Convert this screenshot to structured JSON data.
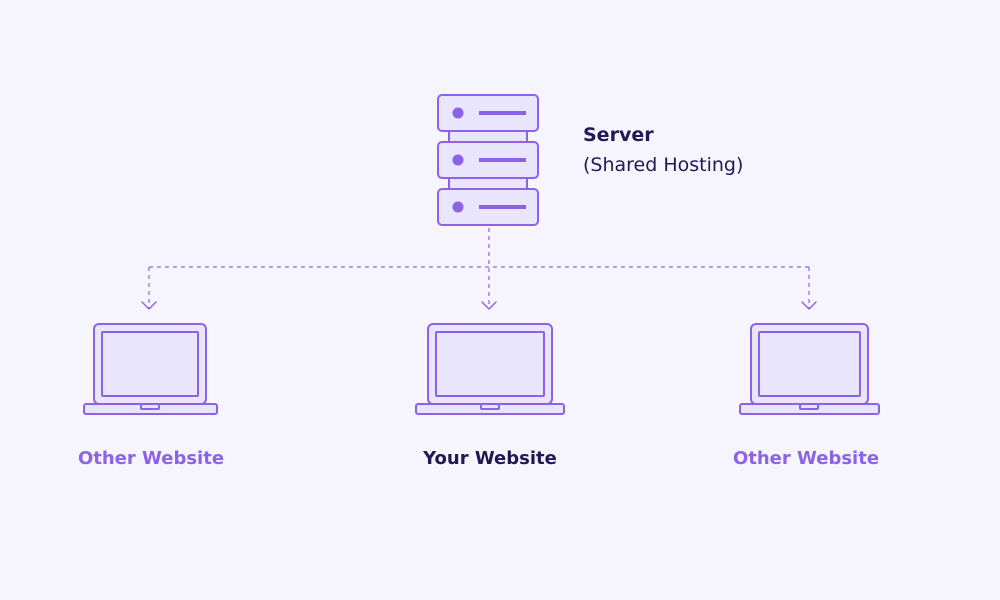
{
  "server": {
    "title": "Server",
    "subtitle": "(Shared Hosting)",
    "icon": "server-icon"
  },
  "sites": [
    {
      "label": "Other Website",
      "icon": "laptop-icon"
    },
    {
      "label": "Your Website",
      "icon": "laptop-icon"
    },
    {
      "label": "Other Website",
      "icon": "laptop-icon"
    }
  ],
  "colors": {
    "background": "#f6f5fe",
    "stroke": "#8c63e8",
    "fill": "#e8e5fc",
    "dot": "#8c63e8",
    "dark_text": "#1f1a54",
    "accent_text": "#8c63e8"
  }
}
